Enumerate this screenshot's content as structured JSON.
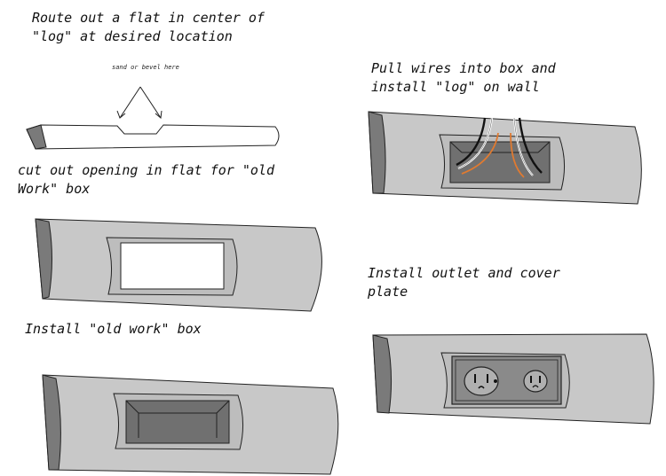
{
  "steps": {
    "route_flat": "Route out a flat in center of\n\"log\" at desired location",
    "cut_opening": "cut out opening in flat for \"old\nWork\" box",
    "install_box": "Install \"old work\" box",
    "pull_wires": "Pull wires into box and\ninstall \"log\" on wall",
    "install_outlet": "Install outlet and cover\nplate"
  },
  "annotation": "sand or bevel here",
  "colors": {
    "log_fill": "#c8c8c8",
    "log_end": "#7a7a7a",
    "stroke": "#222222",
    "opening": "#ffffff",
    "box_fill": "#707070",
    "wire_black": "#111111",
    "wire_white": "#ffffff",
    "wire_orange": "#e07a30",
    "outlet_plate": "#8a8a8a"
  }
}
